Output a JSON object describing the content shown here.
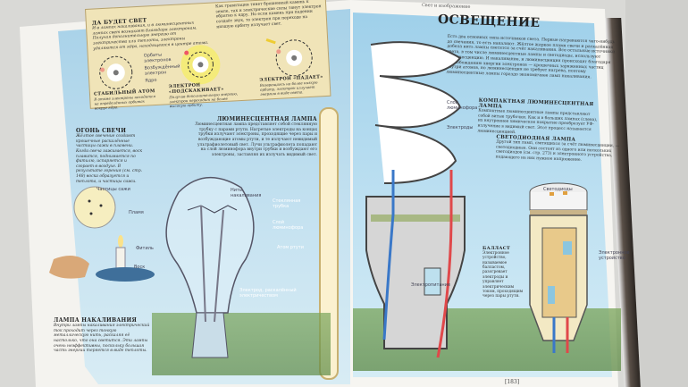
{
  "left_page": {
    "atom_box": {
      "title": "Да будет свет",
      "intro": "И в лампах накаливания, и в люминесцентных лампах свет возникает благодаря электронам. Получая дополнительную энергию от электричества или теплоты, электроны удаляются от ядра, находящегося в центре атома.",
      "gravity_text": "Как гравитация тянет брошенный камень к земле, так и электрические силы тянут электрон обратно к ядру. Но если камень при падении создаёт звук, то электрон при переходе на низшую орбиту излучает свет.",
      "labels": {
        "orbits": "Орбиты электронов",
        "excited": "Возбуждённый электрон",
        "nucleus": "Ядро"
      },
      "stable": {
        "title": "Стабильный атом",
        "text": "В атоме электроны находятся на определённых орбитах вокруг ядра."
      },
      "jump": {
        "title": "Электрон «подскакивает»",
        "text": "Получив дополнительную энергию, электрон переходит на более высокую орбиту."
      },
      "fall": {
        "title": "Электрон «падает»",
        "text": "Возвращаясь на более низкую орбиту, электрон излучает энергию в виде света."
      }
    },
    "candle": {
      "title": "Огонь свечи",
      "text": "Жёлтое свечение создают крошечные раскалённые частицы сажи в пламени. Когда свеча зажигается, воск плавится, поднимается по фитилю, испаряется и сгорает в воздухе. В результате горения (см. стр. 148) воска образуется и теплота, и частицы сажи.",
      "labels": {
        "soot": "Частицы сажи",
        "flame": "Пламя",
        "wick": "Фитиль",
        "wax": "Воск"
      }
    },
    "fluorescent": {
      "title": "Люминесцентная лампа",
      "text": "Люминесцентная лампа представляет собой стеклянную трубку с парами ртути. Нагретые электроды на концах трубки излучают электроны, проходящие через пары и возбуждающие атомы ртути, и те излучают невидимый ультрафиолетовый свет. Лучи ультрафиолета попадают на слой люминофора внутри трубки и возбуждают его электроны, заставляя их излучать видимый свет.",
      "labels": {
        "tube": "Стеклянная трубка",
        "phosphor": "Слой люминофора",
        "mercury": "Атом ртути",
        "electrode": "Электрод, раскалённый электричеством"
      }
    },
    "incandescent": {
      "title": "Лампа накаливания",
      "text": "Внутри лампы накаливания электрический ток проходит через тонкую металлическую нить, раскаляя её настолько, что она светится. Эти лампы очень неэффективны, поскольку большая часть энергии теряется в виде теплоты.",
      "labels": {
        "filament": "Нить накаливания"
      }
    }
  },
  "right_page": {
    "running_head": "Свет и изображение",
    "title": "Освещение",
    "intro": "Есть два основных типа источников света. Первые нагреваются чего-нибудь до свечения, то есть накаляют. Жёлтое жаркое пламя свечи и раскалённая добела нить лампы светятся за счёт накаливания. Все остальные источники света, в том числе люминесцентные лампы и светодиоды, используют люминесценцию. И накаливание, и люминесценция происходят благодаря высвобождению энергии электронов — крошечных заряженных частиц внутри атомов, но люминесценция не требует нагрева, поэтому люминесцентные лампы гораздо экономичнее ламп накаливания.",
    "cfl": {
      "title": "Компактная люминесцентная лампа",
      "text": "Компактные люминесцентные лампы представляют собой витые трубочки. Как и в больших лампах (слева), их внутреннее химическое покрытие преобразует УФ-излучение в видимый свет. Этот процесс называется люминесценцией.",
      "labels": {
        "phosphor": "Слой люминофора",
        "electrodes": "Электроды",
        "power": "Электропитание"
      }
    },
    "led": {
      "title": "Светодиодная лампа",
      "text": "Другой тип ламп, светящихся за счёт люминесценции, — светодиодные. Они состоят из одного или нескольких светодиодов (см. стр. 273) и электронного устройства, подающего на них нужное напряжение.",
      "labels": {
        "leds": "Светодиоды",
        "device": "Электронное устройство"
      }
    },
    "ballast": {
      "title": "Балласт",
      "text": "Электронное устройство, называемое балластом, разогревает электроды и управляет электрическим током, проходящим через пары ртути."
    },
    "page_number": "[183]"
  },
  "colors": {
    "panel": "#a7d1e8",
    "atom_box": "#f0e4b8",
    "wire_red": "#e0484a",
    "wire_blue": "#3a78c8"
  }
}
